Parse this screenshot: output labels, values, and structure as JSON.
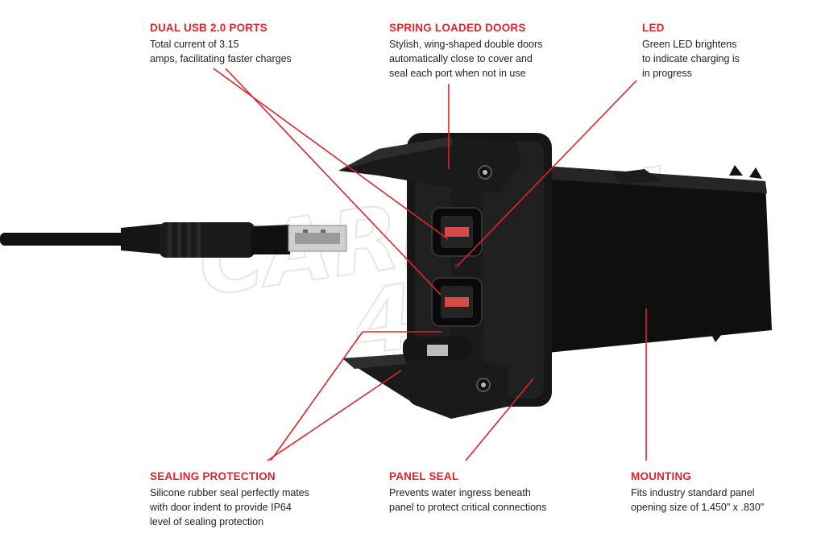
{
  "callouts": {
    "dual_usb": {
      "title": "DUAL USB 2.0 PORTS",
      "text": "Total current of 3.15\namps, facilitating faster charges"
    },
    "spring_doors": {
      "title": "SPRING LOADED DOORS",
      "text": "Stylish, wing-shaped double doors\nautomatically close to cover and\nseal each port when not in use"
    },
    "led": {
      "title": "LED",
      "text": "Green LED brightens\nto indicate charging is\nin progress"
    },
    "sealing": {
      "title": "SEALING PROTECTION",
      "text": "Silicone rubber seal perfectly mates\nwith door indent to provide IP64\nlevel of sealing protection"
    },
    "panel_seal": {
      "title": "PANEL SEAL",
      "text": "Prevents water ingress beneath\npanel to protect critical connections"
    },
    "mounting": {
      "title": "MOUNTING",
      "text": "Fits industry standard panel\nopening size of 1.450\" x .830\""
    }
  },
  "watermark": {
    "line1": "CARIBRAL",
    "line2": "4X4"
  },
  "colors": {
    "accent": "#e0242b",
    "body_text": "#222222",
    "product": "#1b1b1b"
  }
}
